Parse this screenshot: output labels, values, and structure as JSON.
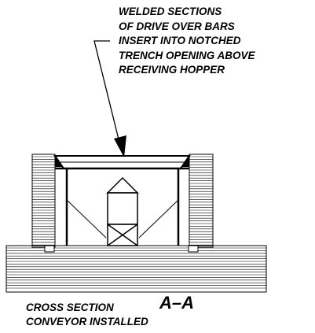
{
  "callout": {
    "lines": [
      "WELDED SECTIONS",
      "OF DRIVE OVER BARS",
      "INSERT INTO NOTCHED",
      "TRENCH OPENING ABOVE",
      "RECEIVING HOPPER"
    ]
  },
  "caption": {
    "line1": "CROSS SECTION",
    "line2": "CONVEYOR INSTALLED",
    "section_label": "A–A"
  }
}
